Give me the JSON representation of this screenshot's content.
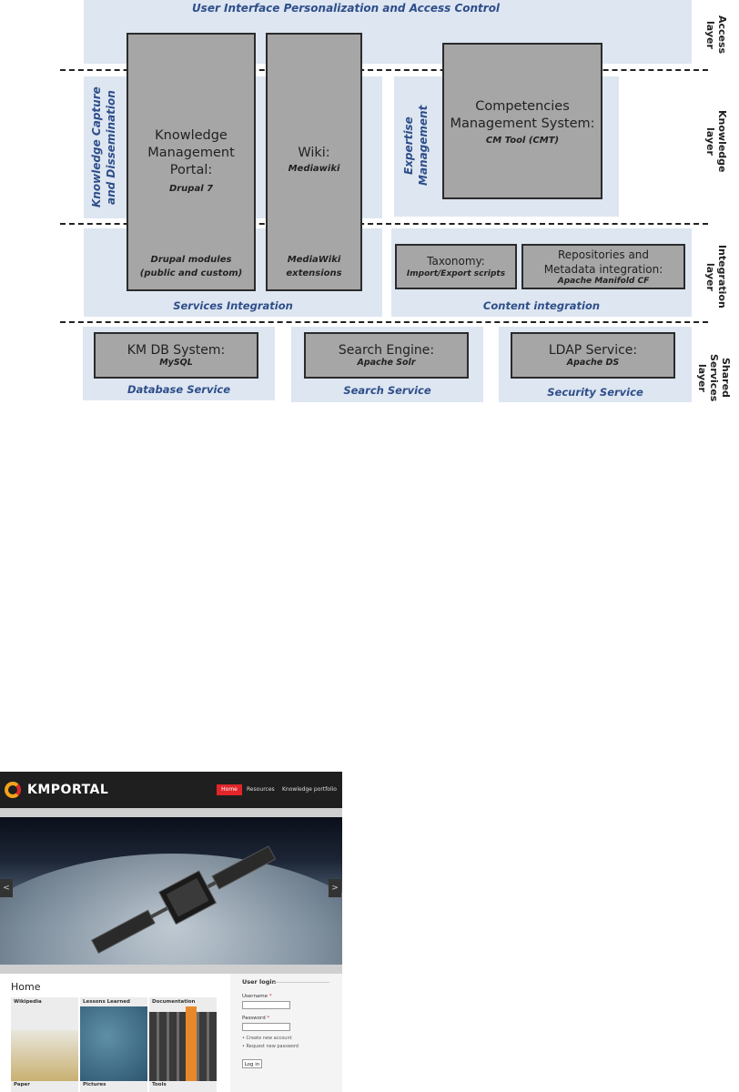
{
  "diagram": {
    "access": {
      "title": "User Interface Personalization and Access Control",
      "layer": "Access\nlayer"
    },
    "knowledge": {
      "left_label": "Knowledge Capture\nand Dissemination",
      "km_portal_title": "Knowledge\nManagement\nPortal:",
      "km_portal_sub": "Drupal 7",
      "wiki_title": "Wiki:",
      "wiki_sub": "Mediawiki",
      "expertise_label": "Expertise\nManagement",
      "cms_title": "Competencies\nManagement System:",
      "cms_sub": "CM Tool (CMT)",
      "layer": "Knowledge\nlayer"
    },
    "integration": {
      "drupal_modules": "Drupal modules\n(public and custom)",
      "mediawiki_ext": "MediaWiki\nextensions",
      "services_integration": "Services Integration",
      "taxonomy_title": "Taxonomy:",
      "taxonomy_sub": "Import/Export scripts",
      "repo_title": "Repositories and\nMetadata integration:",
      "repo_sub": "Apache Manifold CF",
      "content_integration": "Content integration",
      "layer": "Integration\nlayer"
    },
    "shared": {
      "db_title": "KM DB System:",
      "db_sub": "MySQL",
      "db_label": "Database Service",
      "search_title": "Search Engine:",
      "search_sub": "Apache Solr",
      "search_label": "Search Service",
      "ldap_title": "LDAP Service:",
      "ldap_sub": "Apache DS",
      "ldap_label": "Security Service",
      "layer": "Shared Services\nlayer"
    }
  },
  "portal": {
    "brand": "KMPORTAL",
    "nav": [
      "Home",
      "Resources",
      "Knowledge portfolio"
    ],
    "page_title": "Home",
    "tiles": [
      "Wikipedia",
      "Lessons Learned",
      "Documentation",
      "Paper",
      "Pictures",
      "Tools"
    ],
    "login": {
      "title": "User login",
      "username_label": "Username",
      "password_label": "Password",
      "required_mark": "*",
      "links": [
        "Create new account",
        "Request new password"
      ],
      "button": "Log in"
    },
    "carousel_prev": "<",
    "carousel_next": ">",
    "colors": {
      "accent": "#e0262a",
      "topbar": "#1f1f1f",
      "panel": "#dde6f1",
      "box": "#a6a6a6"
    }
  }
}
